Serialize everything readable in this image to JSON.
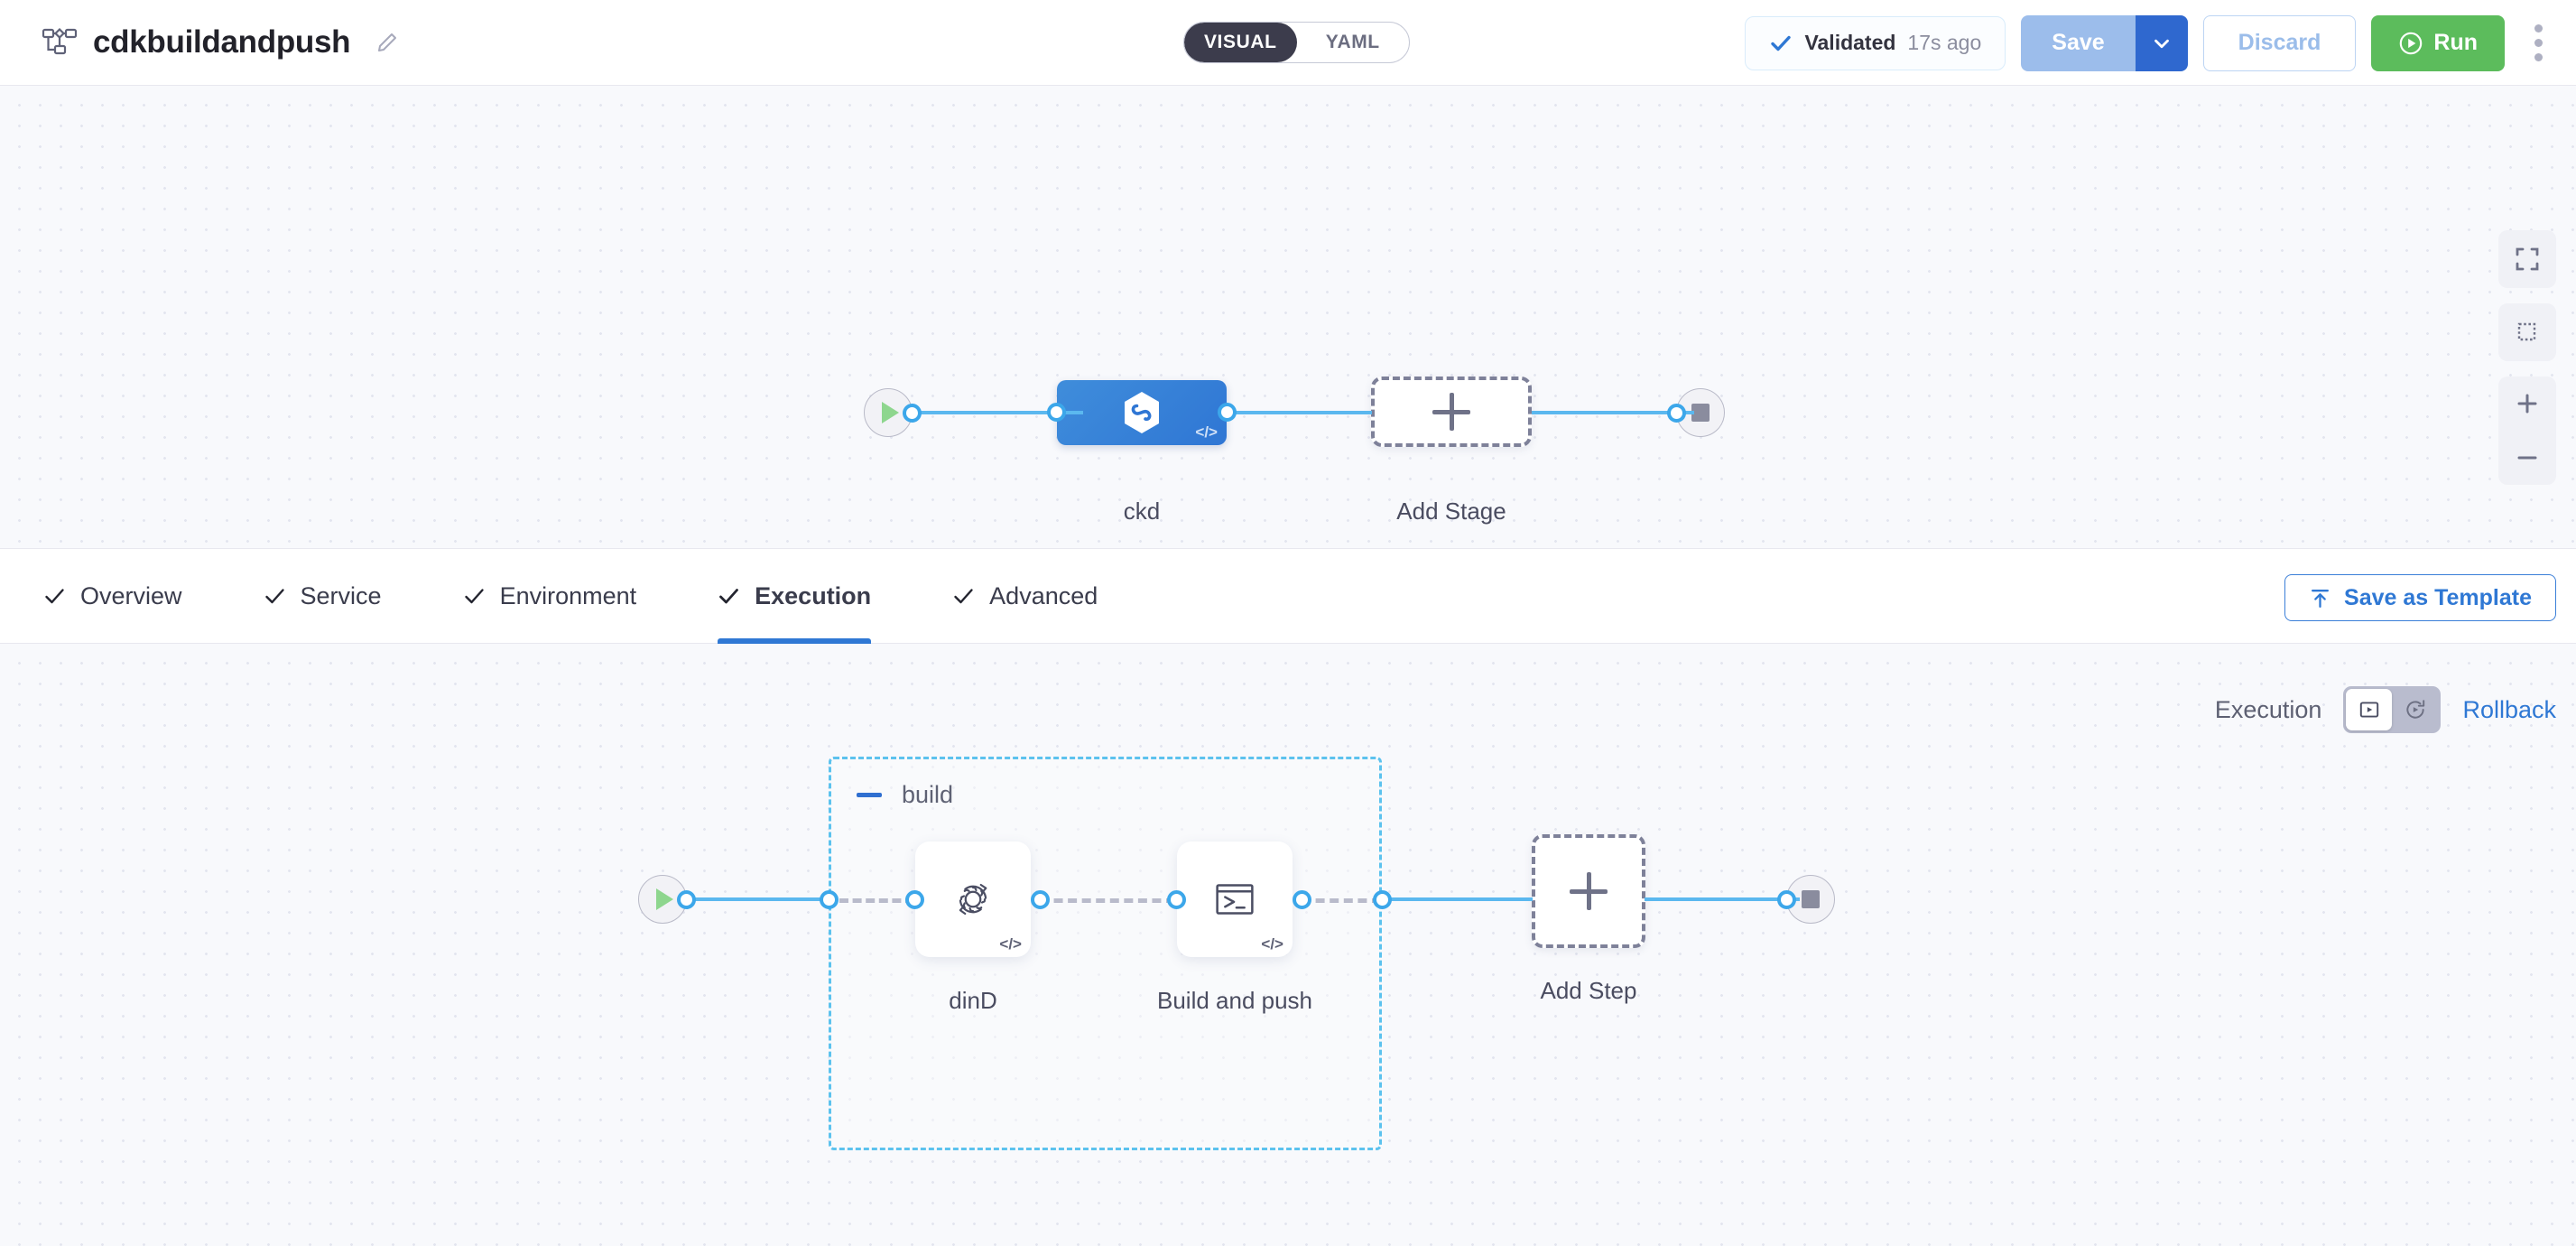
{
  "header": {
    "pipeline_icon": "pipeline-icon",
    "title": "cdkbuildandpush",
    "edit_icon": "pencil-icon",
    "mode_toggle": {
      "visual": "VISUAL",
      "yaml": "YAML",
      "active": "VISUAL"
    },
    "validation": {
      "icon": "check-icon",
      "label": "Validated",
      "time": "17s ago"
    },
    "save_label": "Save",
    "save_caret_icon": "chevron-down-icon",
    "discard_label": "Discard",
    "run_label": "Run",
    "run_icon": "play-circle-icon",
    "more_icon": "kebab-menu-icon"
  },
  "canvas_controls": {
    "fit_icon": "fullscreen-icon",
    "select_icon": "marquee-select-icon",
    "zoom_in_icon": "plus-icon",
    "zoom_out_icon": "minus-icon"
  },
  "stage_graph": {
    "start_icon": "play-icon",
    "end_icon": "stop-icon",
    "stages": [
      {
        "name": "ckd",
        "icon": "harness-hexagon-icon",
        "badge": "</>"
      }
    ],
    "add_stage_label": "Add Stage",
    "add_stage_icon": "plus-icon"
  },
  "tabbar": {
    "tabs": [
      {
        "label": "Overview",
        "icon": "check-icon",
        "active": false
      },
      {
        "label": "Service",
        "icon": "check-icon",
        "active": false
      },
      {
        "label": "Environment",
        "icon": "check-icon",
        "active": false
      },
      {
        "label": "Execution",
        "icon": "check-icon",
        "active": true
      },
      {
        "label": "Advanced",
        "icon": "check-icon",
        "active": false
      }
    ],
    "save_as_template_label": "Save as Template",
    "save_as_template_icon": "upload-icon"
  },
  "execution_panel": {
    "execution_label": "Execution",
    "rollback_label": "Rollback",
    "execution_toggle_icon": "play-box-icon",
    "rollback_toggle_icon": "rollback-icon",
    "active_toggle": "execution"
  },
  "step_graph": {
    "start_icon": "play-icon",
    "end_icon": "stop-icon",
    "group": {
      "name": "build",
      "collapse_icon": "minus-icon"
    },
    "steps": [
      {
        "name": "dinD",
        "icon": "gear-refresh-icon",
        "badge": "</>"
      },
      {
        "name": "Build and push",
        "icon": "terminal-icon",
        "badge": "</>"
      }
    ],
    "add_step_label": "Add Step",
    "add_step_icon": "plus-icon"
  },
  "colors": {
    "accent_blue": "#2f78d4",
    "edge_blue": "#5bb8ef",
    "stage_blue": "#3f8ddb",
    "run_green": "#5cbc5c",
    "group_cyan": "#5cc2ee",
    "canvas_bg": "#f8f9fc"
  }
}
